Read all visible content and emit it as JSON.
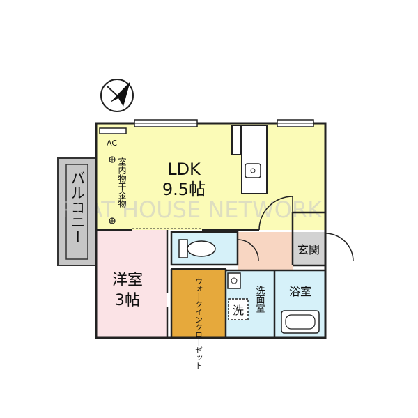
{
  "watermark": "PLAT HOUSE NETWORK",
  "rooms": {
    "ldk": {
      "name": "LDK",
      "size": "9.5帖",
      "color": "#fbfbb7"
    },
    "western": {
      "name": "洋室",
      "size": "3帖",
      "color": "#fbe3e6"
    },
    "balcony": {
      "name": "バルコニー",
      "color": "#c6c6c6"
    },
    "walkin": {
      "name": "ウォークインクローゼット",
      "color": "#e6a93c"
    },
    "washroom": {
      "name": "洗面室",
      "color": "#d6f1f9"
    },
    "bath": {
      "name": "浴室",
      "color": "#d6f1f9"
    },
    "toilet": {
      "color": "#d6f1f9"
    },
    "entrance": {
      "name": "玄関",
      "color": "#d2d2d2"
    },
    "hall": {
      "color": "#f8d6c2"
    }
  },
  "fixtures": {
    "ac": "AC",
    "drying_rack": "室内物干金物",
    "washer": "洗"
  }
}
